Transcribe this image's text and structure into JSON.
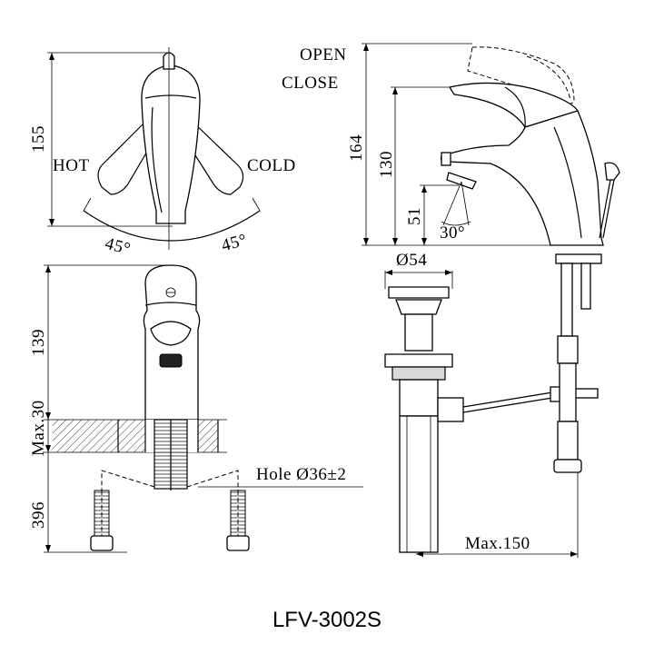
{
  "title": "LFV-3002S",
  "top_left": {
    "height": "155",
    "hot": "HOT",
    "cold": "COLD",
    "angle_left": "45°",
    "angle_right": "45°"
  },
  "top_right": {
    "open": "OPEN",
    "close": "CLOSE",
    "height_total": "164",
    "height_mid": "130",
    "height_low": "51",
    "angle": "30°"
  },
  "bottom_left": {
    "height_body": "139",
    "deck_thickness": "Max.30",
    "hose_length": "396",
    "hole": "Hole Ø36±2"
  },
  "bottom_right": {
    "drain_dia": "Ø54",
    "max_depth": "Max.150"
  }
}
